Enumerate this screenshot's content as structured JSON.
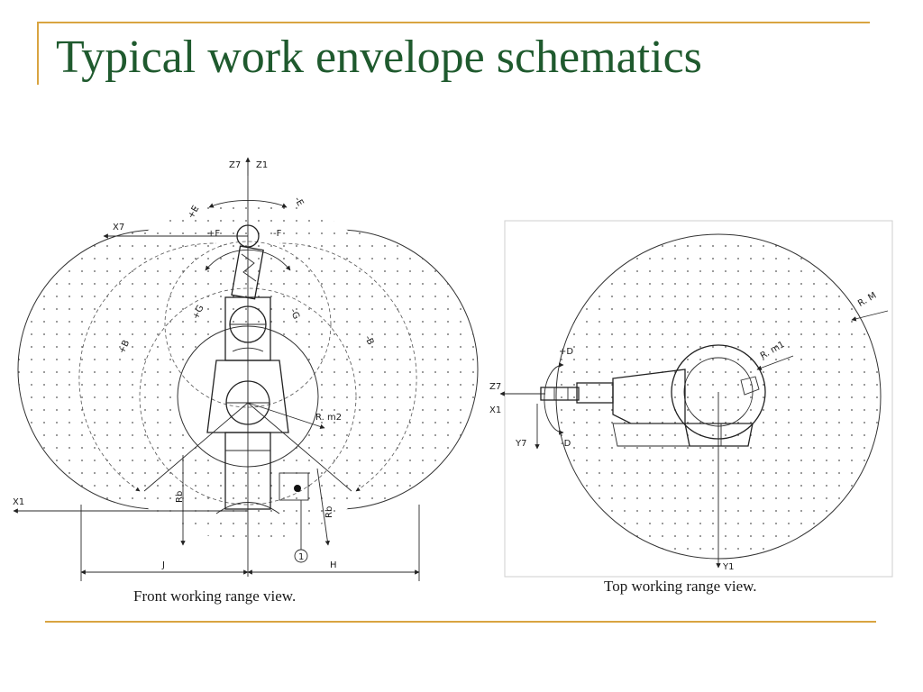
{
  "slide": {
    "title": "Typical work envelope schematics",
    "colors": {
      "accent": "#d9a441",
      "title": "#1f5a2e"
    }
  },
  "front_view": {
    "caption": "Front working range view.",
    "labels": {
      "z7": "Z7",
      "z1": "Z1",
      "x7": "X7",
      "x1": "X1",
      "plus_e": "+E",
      "minus_e": "-E",
      "plus_f": "+F",
      "minus_f": "-F",
      "plus_g": "+G",
      "minus_g": "-G",
      "plus_b": "+B",
      "minus_b": "-B",
      "rm2": "R. m2",
      "rb_left": "Rb",
      "rb_right": "Rb",
      "j": "J",
      "h": "H",
      "callout": "1"
    }
  },
  "top_view": {
    "caption": "Top working range view.",
    "labels": {
      "z7": "Z7",
      "x1": "X1",
      "y7": "Y7",
      "y1": "Y1",
      "plus_d": "+D",
      "minus_d": "-D",
      "rm": "R. M",
      "rm1": "R. m1"
    }
  }
}
